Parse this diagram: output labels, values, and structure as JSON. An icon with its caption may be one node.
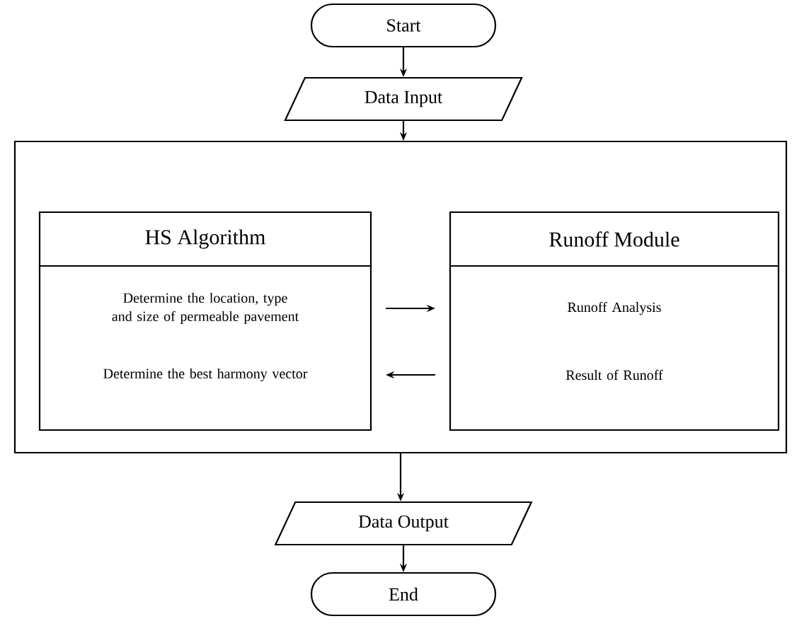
{
  "diagram": {
    "nodes": [
      {
        "text": [
          "Start"
        ]
      },
      {
        "text": [
          "Data Input"
        ]
      },
      {
        "text": [],
        "shape": "box"
      },
      {
        "text": [
          "HS Algorithm"
        ],
        "in": 2
      },
      {
        "text": [
          "Determine the location, type and size of permeable pavement",
          "Determine the best harmony vector"
        ],
        "in": 2
      },
      {
        "text": [
          "Runoff Module"
        ],
        "in": 2
      },
      {
        "text": [
          "Runoff Analysis",
          "Result of Runoff"
        ],
        "in": 2
      },
      {
        "text": [
          "Data Output"
        ]
      },
      {
        "text": [
          "End"
        ]
      }
    ],
    "edges": [
      {
        "from": 0,
        "to": 1,
        "arrow": "to"
      },
      {
        "from": 1,
        "to": 2,
        "arrow": "to"
      },
      {
        "from": 4,
        "to": 6,
        "arrow": "to"
      },
      {
        "from": 6,
        "to": 4,
        "arrow": "to"
      },
      {
        "from": 2,
        "to": 7,
        "arrow": "to"
      },
      {
        "from": 7,
        "to": 8,
        "arrow": "to"
      }
    ]
  }
}
